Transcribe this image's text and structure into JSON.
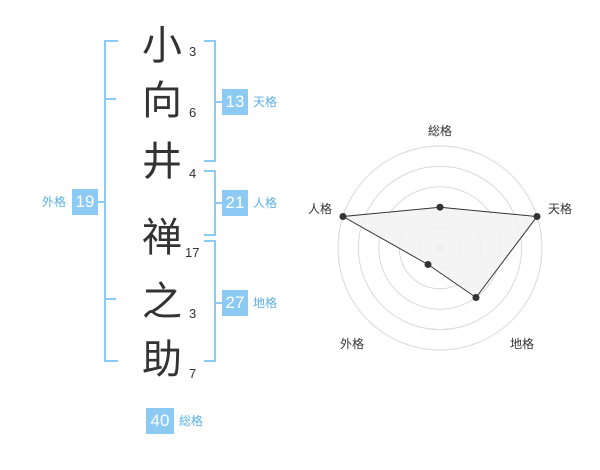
{
  "characters": [
    {
      "char": "小",
      "strokes": "3"
    },
    {
      "char": "向",
      "strokes": "6"
    },
    {
      "char": "井",
      "strokes": "4"
    },
    {
      "char": "禅",
      "strokes": "17"
    },
    {
      "char": "之",
      "strokes": "3"
    },
    {
      "char": "助",
      "strokes": "7"
    }
  ],
  "fortunes": {
    "tenkaku": {
      "value": "13",
      "label": "天格"
    },
    "jinkaku": {
      "value": "21",
      "label": "人格"
    },
    "chikaku": {
      "value": "27",
      "label": "地格"
    },
    "gaikaku": {
      "value": "19",
      "label": "外格"
    },
    "soukaku": {
      "value": "40",
      "label": "総格"
    }
  },
  "radar": {
    "axes": [
      "総格",
      "天格",
      "地格",
      "外格",
      "人格"
    ],
    "max": 5,
    "values": [
      2,
      5,
      3,
      1,
      5
    ],
    "colors": {
      "fill": "#f2f2f2",
      "line": "#333333",
      "grid": "#d9d9d9"
    }
  }
}
